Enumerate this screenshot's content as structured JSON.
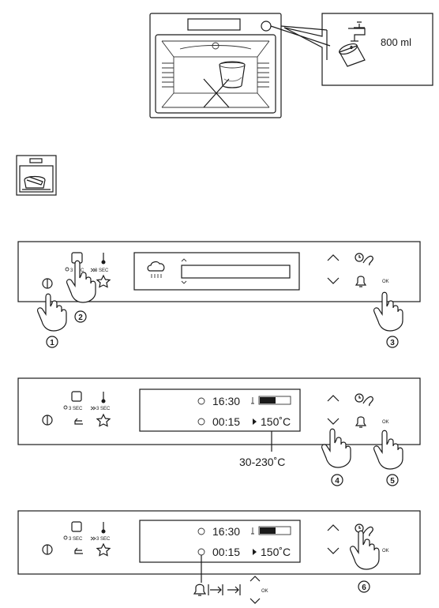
{
  "water_volume": "800 ml",
  "panel1": {
    "light_hint": "3 SEC",
    "temp_hint": "3 SEC",
    "ok_label": "OK",
    "steps": [
      "1",
      "2",
      "3"
    ]
  },
  "panel2": {
    "light_hint": "3 SEC",
    "temp_hint": "3 SEC",
    "time_clock": "16:30",
    "time_duration": "00:15",
    "temperature": "150˚C",
    "ok_label": "OK",
    "temp_range": "30-230˚C",
    "steps": [
      "4",
      "5"
    ]
  },
  "panel3": {
    "light_hint": "3 SEC",
    "temp_hint": "3 SEC",
    "time_clock": "16:30",
    "time_duration": "00:15",
    "temperature": "150˚C",
    "ok_label": "OK",
    "seq_ok_label": "OK",
    "steps": [
      "6"
    ]
  }
}
